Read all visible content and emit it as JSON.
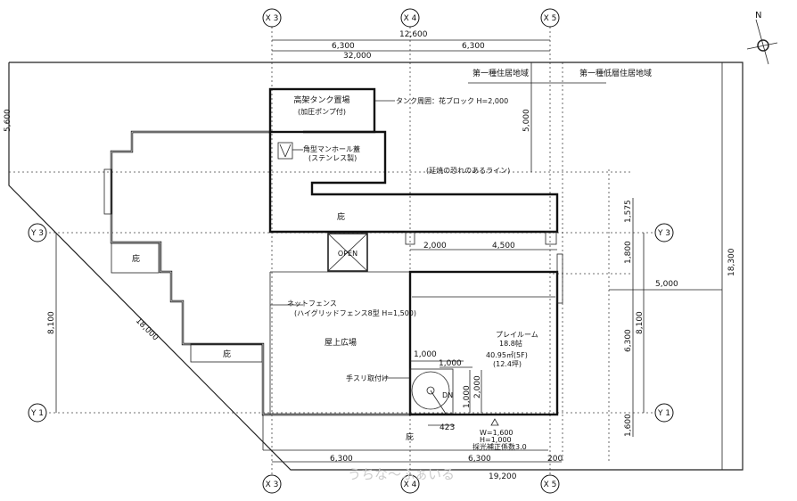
{
  "grid": {
    "x3": "X 3",
    "x4": "X 4",
    "x5": "X 5",
    "y3": "Y 3",
    "y1": "Y 1"
  },
  "compass": {
    "north": "N"
  },
  "dimensions": {
    "top_total": "12,600",
    "top_left": "6,300",
    "top_right": "6,300",
    "site_width": "32,000",
    "left_upper": "5,600",
    "left_y": "8,100",
    "diagonal": "18,000",
    "right_1575": "1,575",
    "right_1800": "1,800",
    "right_6300": "6,300",
    "right_1600": "1,600",
    "right_8100": "8,100",
    "right_5000": "5,000",
    "right_18300": "18,300",
    "inner_5000": "5,000",
    "room_2000": "2,000",
    "room_4500": "4,500",
    "stair_1000a": "1,000",
    "stair_1000b": "1,000",
    "stair_v1000": "1,000",
    "stair_v2000": "2,000",
    "stair_423": "423",
    "bottom_left": "6,300",
    "bottom_right": "6,300",
    "bottom_200": "200",
    "bottom_total": "19,200"
  },
  "zones": {
    "zone_1": "第一種住居地域",
    "zone_2": "第一種低層住居地域"
  },
  "labels": {
    "tank": "高架タンク置場",
    "tank_sub": "(加圧ポンプ付)",
    "tank_fence": "タンク周囲：花ブロック H=2,000",
    "manhole": "角型マンホール蓋",
    "manhole_sub": "(ステンレス製)",
    "fire_line": "(延焼の恐れのあるライン)",
    "eave_1": "庇",
    "eave_2": "庇",
    "eave_3": "庇",
    "eave_4": "庇",
    "open": "OPEN",
    "net_fence": "ネットフェンス",
    "net_fence_sub": "(ハイグリッドフェンス8型 H=1,500)",
    "rooftop_plaza": "屋上広場",
    "handrail": "手スリ取付け",
    "playroom": "プレイルーム",
    "playroom_tatami": "18.8帖",
    "playroom_area": "40.95㎡(5F)",
    "playroom_tsubo": "(12.4坪)",
    "stair_dn": "DN",
    "window_w": "W=1,600",
    "window_h": "H=1,000",
    "window_note": "採光補正係数3.0"
  },
  "watermark": "うちな〜ふぁいる"
}
